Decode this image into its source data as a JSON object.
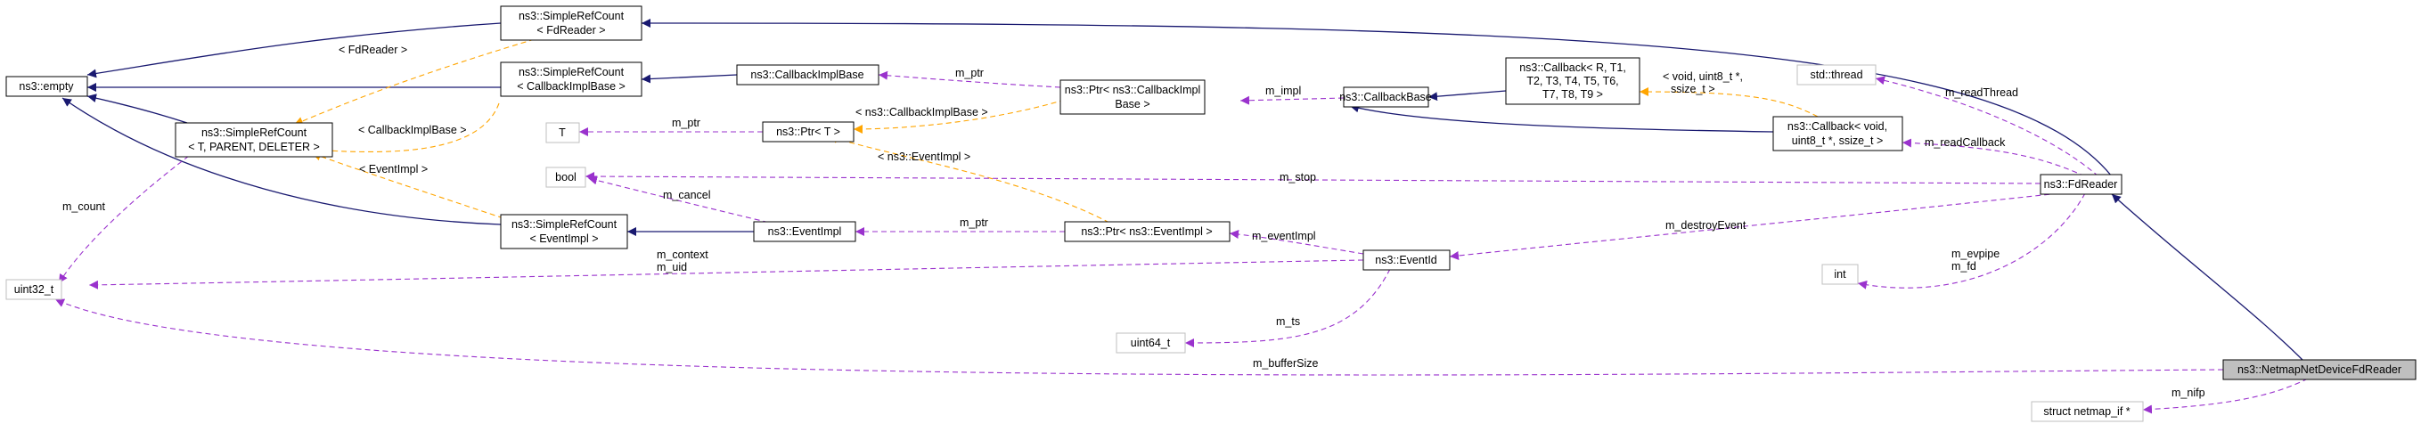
{
  "nodes": {
    "empty": [
      "ns3::empty"
    ],
    "srcFdReader": [
      "ns3::SimpleRefCount",
      "< FdReader >"
    ],
    "srcCallbackImplBase": [
      "ns3::SimpleRefCount",
      "< CallbackImplBase >"
    ],
    "srcTPD": [
      "ns3::SimpleRefCount",
      "< T, PARENT, DELETER >"
    ],
    "srcEventImpl": [
      "ns3::SimpleRefCount",
      "< EventImpl >"
    ],
    "callbackImplBase": [
      "ns3::CallbackImplBase"
    ],
    "ptrCallbackImplBase": [
      "ns3::Ptr< ns3::CallbackImpl",
      "Base >"
    ],
    "ptrT": [
      "ns3::Ptr< T >"
    ],
    "eventImpl": [
      "ns3::EventImpl"
    ],
    "ptrEventImpl": [
      "ns3::Ptr< ns3::EventImpl >"
    ],
    "callbackBase": [
      "ns3::CallbackBase"
    ],
    "callbackTpl": [
      "ns3::Callback< R, T1,",
      "T2, T3, T4, T5, T6,",
      "T7, T8, T9 >"
    ],
    "callbackInst": [
      "ns3::Callback< void,",
      "uint8_t *, ssize_t >"
    ],
    "eventId": [
      "ns3::EventId"
    ],
    "fdReader": [
      "ns3::FdReader"
    ],
    "netmapReader": [
      "ns3::NetmapNetDeviceFdReader"
    ],
    "T": [
      "T"
    ],
    "bool": [
      "bool"
    ],
    "uint32": [
      "uint32_t"
    ],
    "uint64": [
      "uint64_t"
    ],
    "thread": [
      "std::thread"
    ],
    "int": [
      "int"
    ],
    "netmapIf": [
      "struct netmap_if *"
    ]
  },
  "edge_labels": {
    "tplFdReader": "< FdReader >",
    "tplCallbackImplBase": "< CallbackImplBase >",
    "tplEventImpl": "< EventImpl >",
    "tplPtrCallbackImplBase": "< ns3::CallbackImplBase >",
    "tplPtrEventImpl": "< ns3::EventImpl >",
    "tplCallbackVoid": [
      "< void, uint8_t *,",
      "ssize_t >"
    ],
    "m_ptr_cib": "m_ptr",
    "m_ptr_t": "m_ptr",
    "m_ptr_ev": "m_ptr",
    "m_impl": "m_impl",
    "m_count": "m_count",
    "m_cancel": "m_cancel",
    "m_context_uid": [
      "m_context",
      "m_uid"
    ],
    "m_eventImpl": "m_eventImpl",
    "m_ts": "m_ts",
    "m_stop": "m_stop",
    "m_destroyEvent": "m_destroyEvent",
    "m_readThread": "m_readThread",
    "m_readCallback": "m_readCallback",
    "m_evpipe_fd": [
      "m_evpipe",
      "m_fd"
    ],
    "m_bufferSize": "m_bufferSize",
    "m_nifp": "m_nifp"
  },
  "colors": {
    "inheritance": "#191970",
    "usage": "#9a32cd",
    "template": "#ffa500",
    "focus_fill": "#bfbfbf",
    "external_border": "#bfbfbf"
  }
}
